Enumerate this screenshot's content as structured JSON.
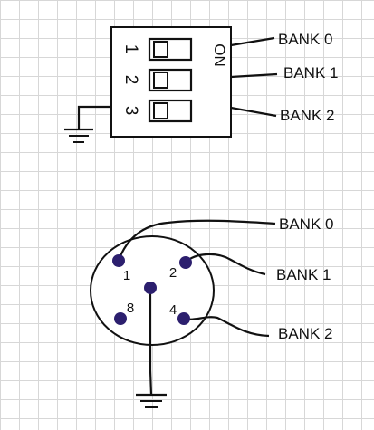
{
  "dip_switch": {
    "on_marker": "ON",
    "switches": [
      {
        "number": "1",
        "bank": "BANK 0"
      },
      {
        "number": "2",
        "bank": "BANK 1"
      },
      {
        "number": "3",
        "bank": "BANK 2"
      }
    ]
  },
  "rotary_connector": {
    "pins": [
      {
        "number": "1",
        "bank": "BANK 0"
      },
      {
        "number": "2",
        "bank": "BANK 1"
      },
      {
        "number": "4",
        "bank": "BANK 2"
      },
      {
        "number": "8",
        "bank": ""
      }
    ]
  },
  "colors": {
    "ink": "#111111",
    "pin_fill": "#2c1f6e",
    "grid": "#d7d7d7"
  }
}
